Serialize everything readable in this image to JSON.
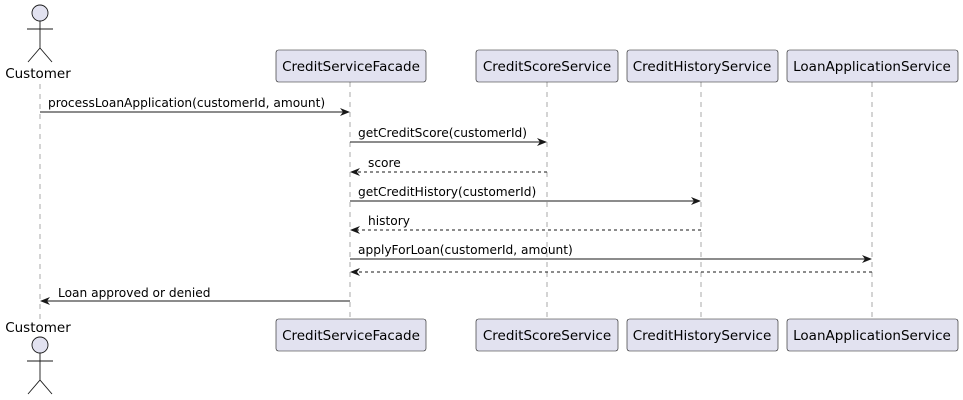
{
  "actor": {
    "name": "Customer"
  },
  "participants": [
    {
      "id": "facade",
      "name": "CreditServiceFacade"
    },
    {
      "id": "score",
      "name": "CreditScoreService"
    },
    {
      "id": "history",
      "name": "CreditHistoryService"
    },
    {
      "id": "loan",
      "name": "LoanApplicationService"
    }
  ],
  "messages": [
    {
      "from": "customer",
      "to": "facade",
      "label": "processLoanApplication(customerId, amount)",
      "style": "solid"
    },
    {
      "from": "facade",
      "to": "score",
      "label": "getCreditScore(customerId)",
      "style": "solid"
    },
    {
      "from": "score",
      "to": "facade",
      "label": "score",
      "style": "dashed"
    },
    {
      "from": "facade",
      "to": "history",
      "label": "getCreditHistory(customerId)",
      "style": "solid"
    },
    {
      "from": "history",
      "to": "facade",
      "label": "history",
      "style": "dashed"
    },
    {
      "from": "facade",
      "to": "loan",
      "label": "applyForLoan(customerId, amount)",
      "style": "solid"
    },
    {
      "from": "loan",
      "to": "facade",
      "label": "",
      "style": "dashed"
    },
    {
      "from": "facade",
      "to": "customer",
      "label": "Loan approved or denied",
      "style": "solid"
    }
  ]
}
